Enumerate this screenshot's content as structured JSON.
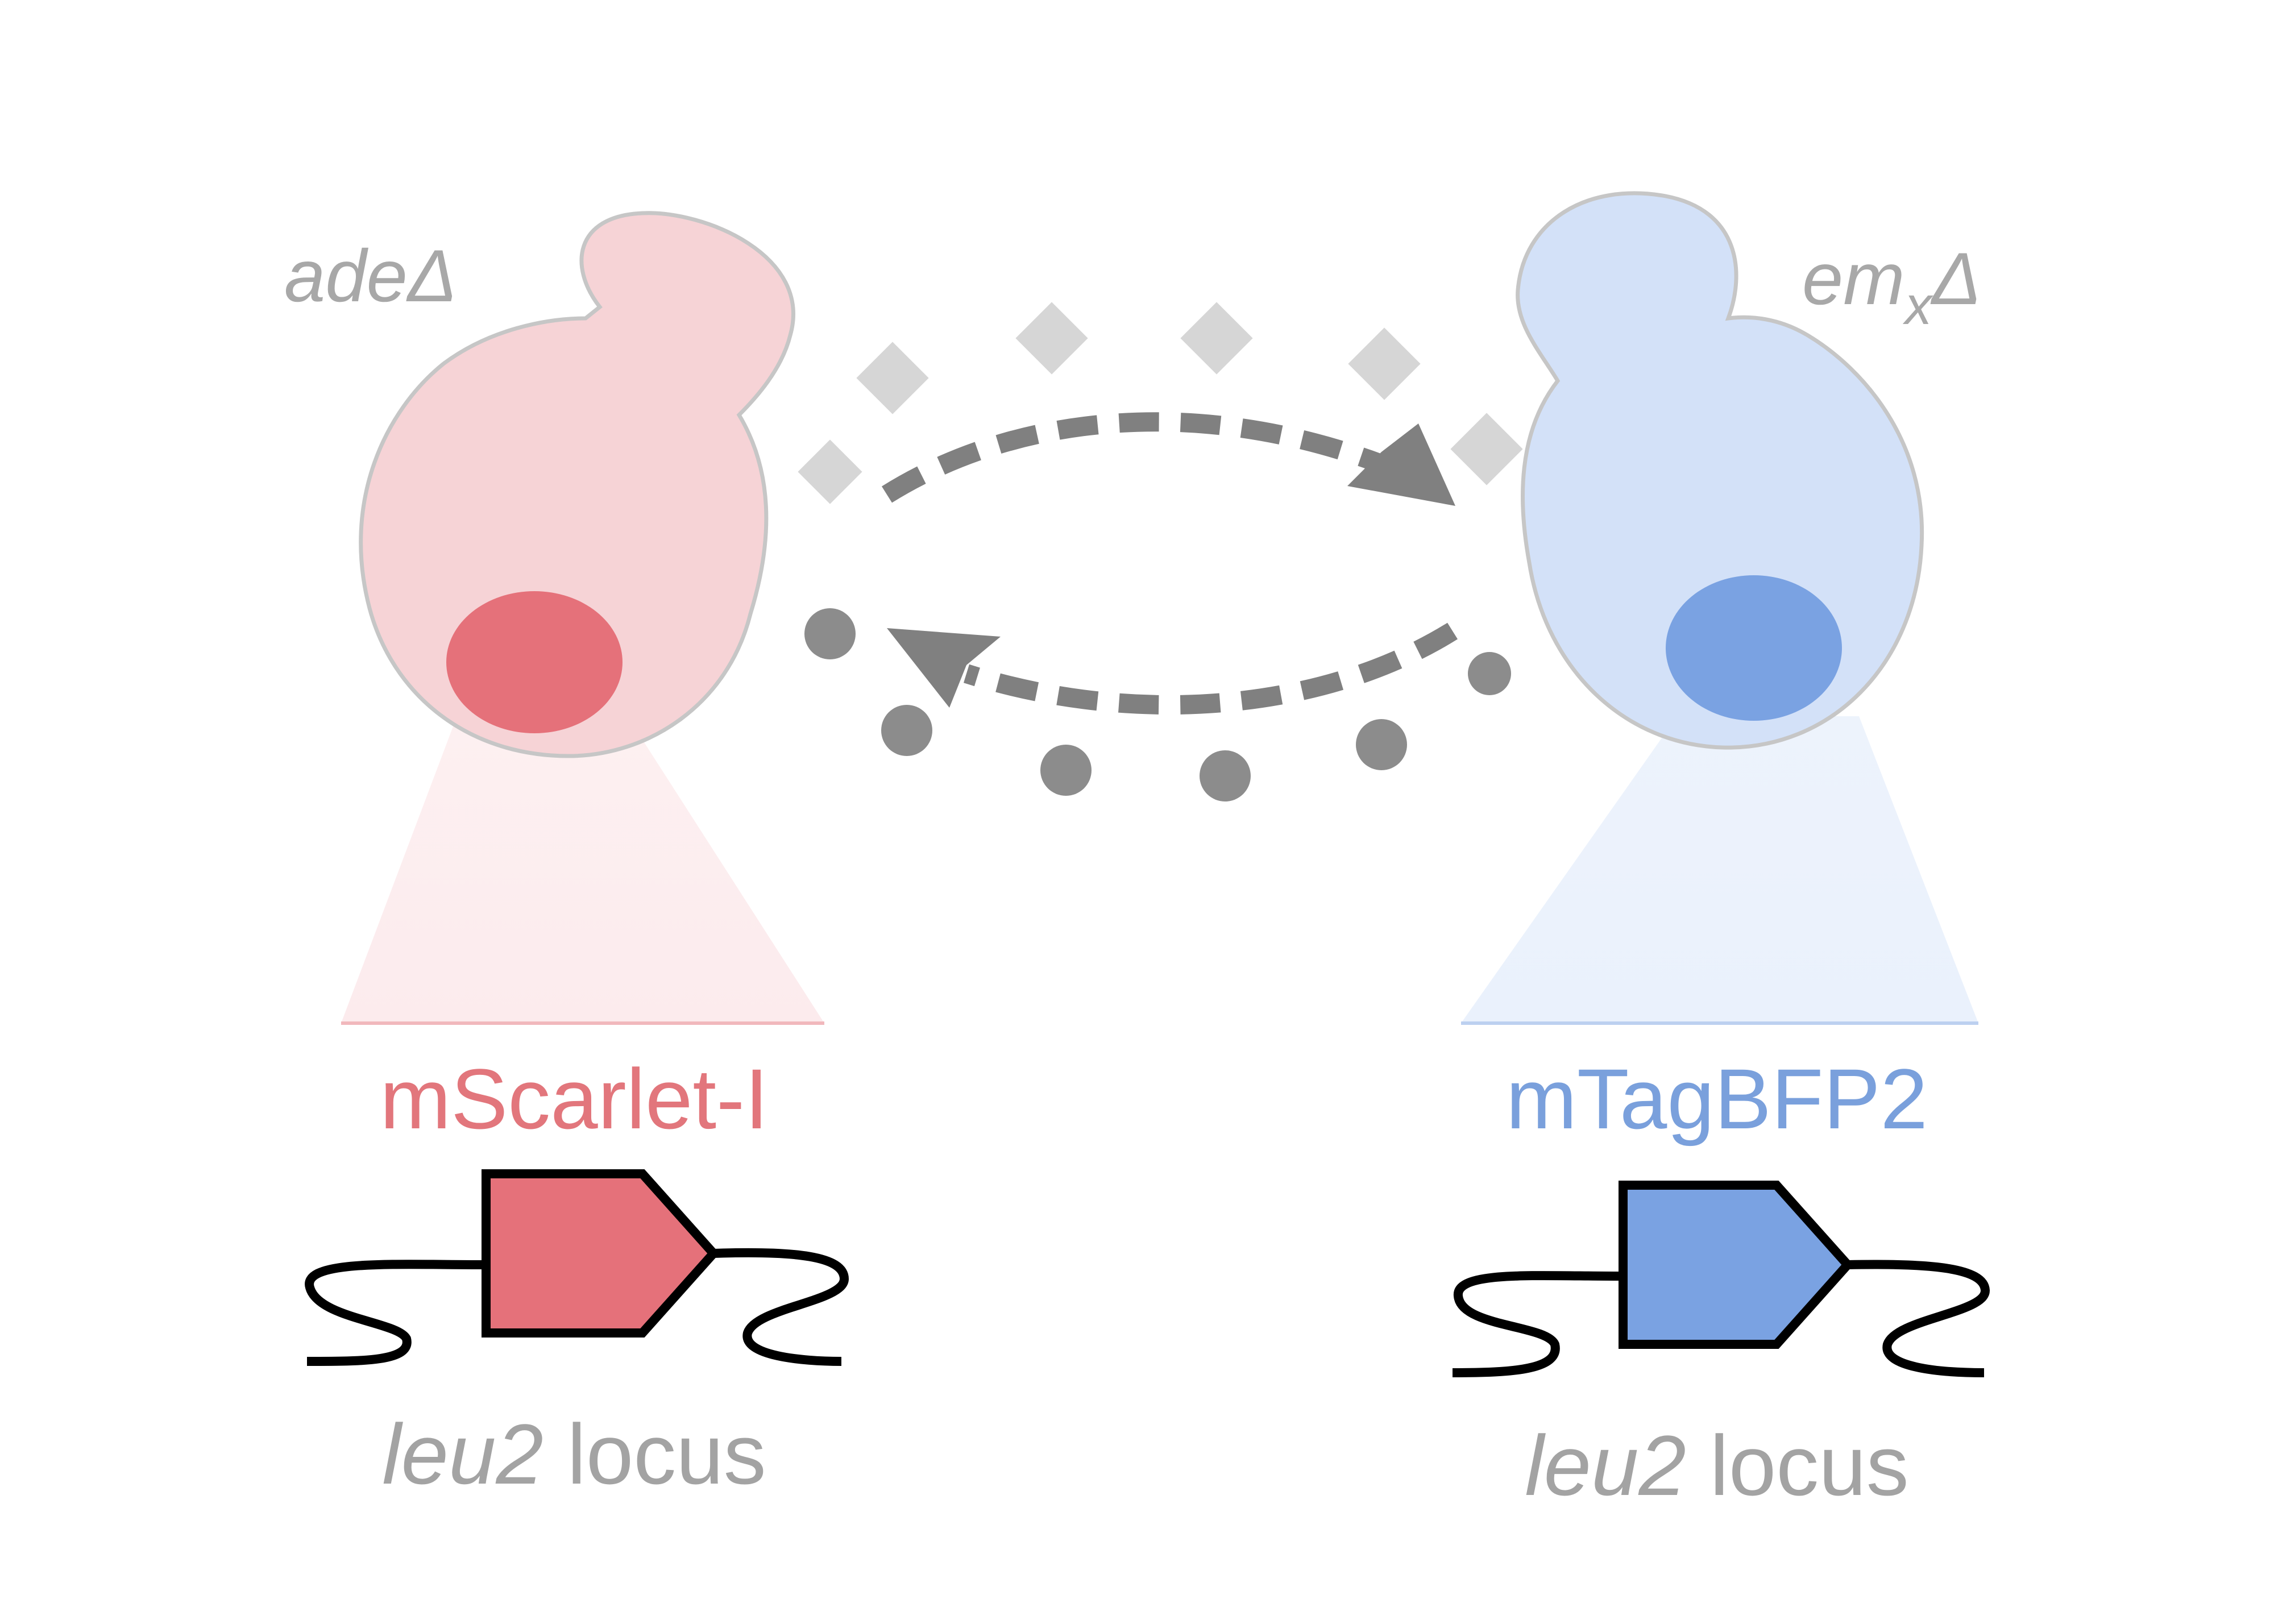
{
  "left_cell": {
    "genotype_base": "ade",
    "delta_symbol": "Δ",
    "protein_label": "mScarlet-I",
    "locus_name": "leu2",
    "locus_suffix": " locus",
    "fill_color": "#f6d3d6",
    "nucleus_color": "#e5717a",
    "label_color": "#e2767c"
  },
  "right_cell": {
    "genotype_base": "em",
    "genotype_subscript": "x",
    "delta_symbol": "Δ",
    "protein_label": "mTagBFP2",
    "locus_name": "leu2",
    "locus_suffix": " locus",
    "fill_color": "#d3e1f8",
    "nucleus_color": "#7aa2e2",
    "label_color": "#7aa0dc"
  },
  "colors": {
    "outline": "#c6c6c6",
    "genotype_text": "#a8a8a8",
    "locus_text": "#a3a3a3",
    "arrow": "#808080",
    "molecule_diamond": "#d6d6d6",
    "molecule_dot": "#8c8c8c"
  }
}
